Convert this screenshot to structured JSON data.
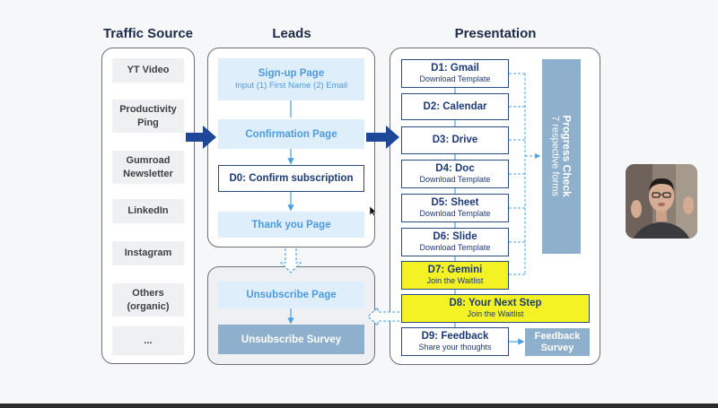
{
  "columns": {
    "traffic": "Traffic Source",
    "leads": "Leads",
    "presentation": "Presentation"
  },
  "traffic_sources": [
    "YT Video",
    "Productivity\nPing",
    "Gumroad\nNewsletter",
    "LinkedIn",
    "Instagram",
    "Others\n(organic)",
    "..."
  ],
  "leads": {
    "signup_title": "Sign-up Page",
    "signup_sub": "Input (1) First Name (2) Email",
    "confirmation": "Confirmation Page",
    "confirm_subscription": "D0: Confirm subscription",
    "thank_you": "Thank you Page",
    "unsubscribe_page": "Unsubscribe  Page",
    "unsubscribe_survey": "Unsubscribe  Survey"
  },
  "days": [
    {
      "title": "D1: Gmail",
      "sub": "Download Template"
    },
    {
      "title": "D2: Calendar",
      "sub": ""
    },
    {
      "title": "D3: Drive",
      "sub": ""
    },
    {
      "title": "D4: Doc",
      "sub": "Download Template"
    },
    {
      "title": "D5: Sheet",
      "sub": "Download Template"
    },
    {
      "title": "D6: Slide",
      "sub": "Download Template"
    },
    {
      "title": "D7: Gemini",
      "sub": "Join the Waitlist"
    },
    {
      "title": "D8: Your Next Step",
      "sub": "Join the Waitlist"
    },
    {
      "title": "D9: Feedback",
      "sub": "Share your thoughts"
    }
  ],
  "progress_check": {
    "title": "Progress Check",
    "sub": "7 respective forms"
  },
  "feedback_survey": "Feedback\nSurvey",
  "colors": {
    "navy": "#1d3a78",
    "light_blue_box": "#dfeefb",
    "light_blue_text": "#4d9bdf",
    "slate_box": "#8fb0cd",
    "arrow_blue": "#1e4699",
    "yellow": "#f4f224",
    "connector_blue": "#4aa0e6"
  }
}
